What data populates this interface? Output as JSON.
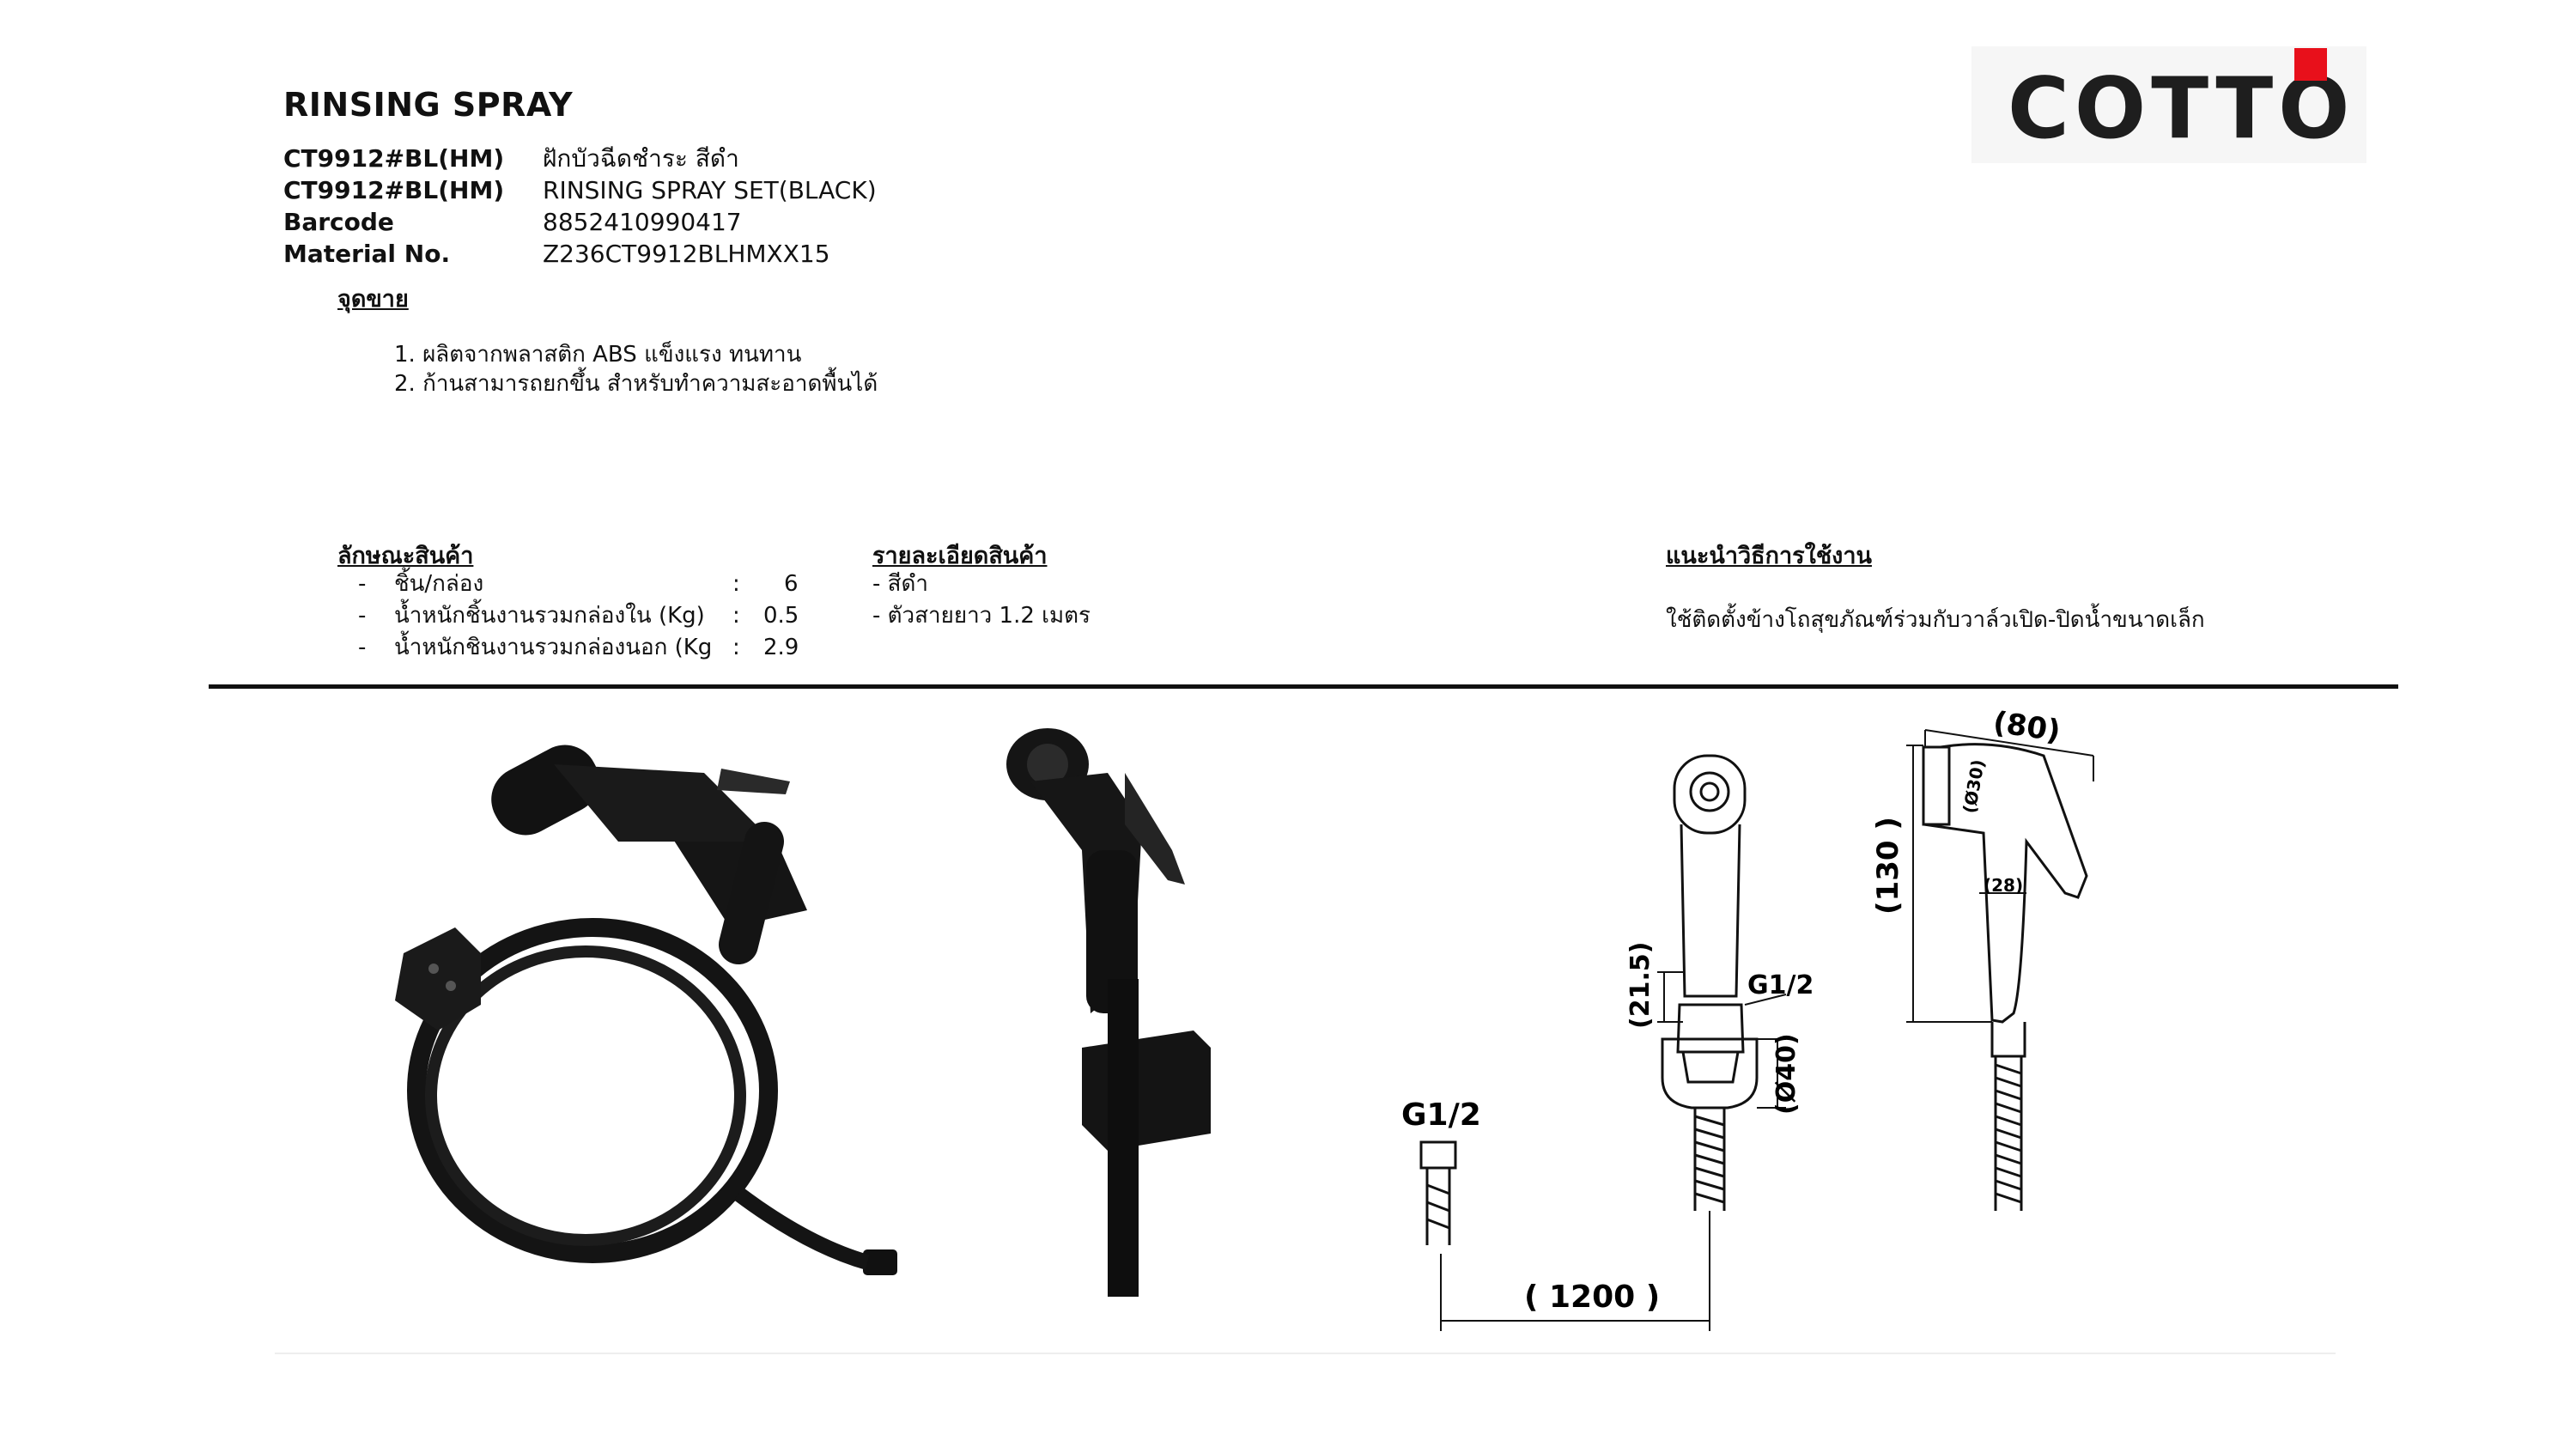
{
  "header": {
    "title": "RINSING SPRAY",
    "logo_text": "COTTO",
    "accent_color": "#e8101b"
  },
  "spec": [
    {
      "key": "CT9912#BL(HM)",
      "value": "ฝักบัวฉีดชำระ สีดำ"
    },
    {
      "key": "CT9912#BL(HM)",
      "value": "RINSING SPRAY SET(BLACK)"
    },
    {
      "key": "Barcode",
      "value": "8852410990417"
    },
    {
      "key": "Material No.",
      "value": "Z236CT9912BLHMXX15"
    }
  ],
  "selling": {
    "heading": "จุดขาย",
    "points": [
      "1. ผลิตจากพลาสติก ABS  แข็งแรง ทนทาน",
      "2. ก้านสามารถยกขึ้น สำหรับทำความสะอาดพื้นได้"
    ]
  },
  "properties": {
    "heading": "ลักษณะสินค้า",
    "rows": [
      {
        "dash": "-",
        "label": "ชิ้น/กล่อง",
        "colon": ":",
        "value": "6"
      },
      {
        "dash": "-",
        "label": "น้ำหนักชิ้นงานรวมกล่องใน (Kg)",
        "colon": ":",
        "value": "0.5"
      },
      {
        "dash": "-",
        "label": "น้ำหนักชินงานรวมกล่องนอก (Kg",
        "colon": ":",
        "value": "2.9"
      }
    ]
  },
  "details": {
    "heading": "รายละเอียดสินค้า",
    "rows": [
      "- สีดำ",
      "- ตัวสายยาว 1.2 เมตร"
    ]
  },
  "usage": {
    "heading": "แนะนำวิธีการใช้งาน",
    "text": "ใช้ติดตั้งข้างโถสุขภัณฑ์ร่วมกับวาล์วเปิด-ปิดน้ำขนาดเล็ก"
  },
  "drawing": {
    "dim_length": "( 1200 )",
    "dim_width": "(80)",
    "dim_height": "(130 )",
    "dim_head_dia": "(Ø30)",
    "dim_neck": "(28)",
    "dim_clip": "(21.5)",
    "dim_base_dia": "(Ø40)",
    "thread_top": "G1/2",
    "thread_end": "G1/2"
  }
}
